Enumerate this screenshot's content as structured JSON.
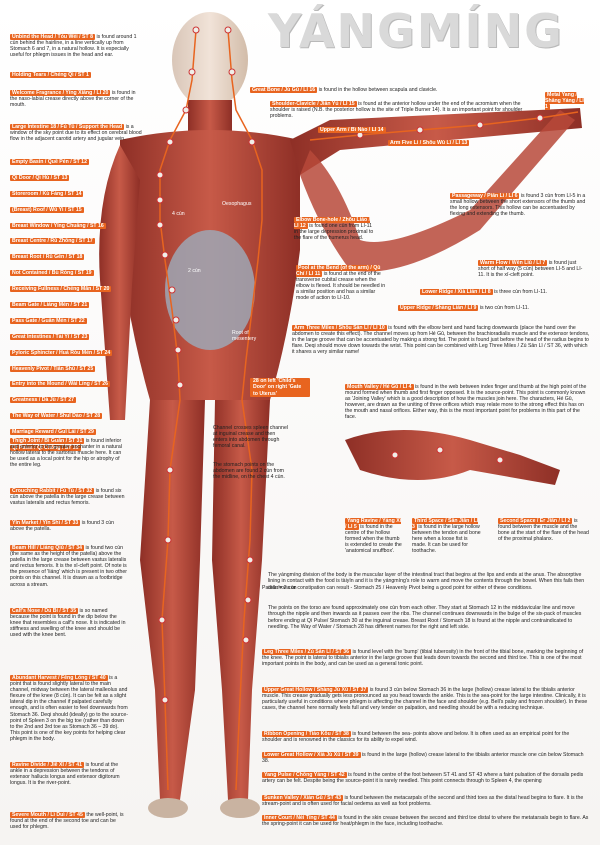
{
  "title": "YÁNGMÍNG",
  "left_points": [
    {
      "name": "Unbind the Head / Tóu Wéi / ST 8",
      "desc": "is found around 1 cùn behind the hairline, in a line vertically up from Stomach 6 and 7, in a natural hollow. It is especially useful for phlegm issues in the head and ear."
    },
    {
      "name": "Holding Tears / Chéng Qì / ST 1",
      "desc": ""
    },
    {
      "name": "Welcome Fragrance / Yíng Xiāng / LI 20",
      "desc": "is found in the naso-labial crease directly above the corner of the mouth."
    },
    {
      "name": "Large Intestine 18 / Fú Tū / Support the Head",
      "desc": "is a window of the sky point due to its effect on cerebral blood flow in the adjacent carotid artery and jugular vein."
    },
    {
      "name": "Empty Basin / Quē Pén / ST 12",
      "desc": ""
    },
    {
      "name": "Qì Door / Qì Hù / ST 13",
      "desc": ""
    },
    {
      "name": "Storeroom / Kù Fáng / ST 14",
      "desc": ""
    },
    {
      "name": "(Breast) Roof / Wū Yì / ST 15",
      "desc": ""
    },
    {
      "name": "Breast Window / Yīng Chuāng / ST 16",
      "desc": ""
    },
    {
      "name": "Breast Centre / Rǔ Zhōng / ST 17",
      "desc": ""
    },
    {
      "name": "Breast Root / Rǔ Gēn / ST 18",
      "desc": ""
    },
    {
      "name": "Not Contained / Bù Róng / ST 19",
      "desc": ""
    },
    {
      "name": "Receiving Fullness / Chéng Mǎn / ST 20",
      "desc": ""
    },
    {
      "name": "Beam Gate / Liáng Mén / ST 21",
      "desc": ""
    },
    {
      "name": "Pass Gate / Guān Mén / ST 22",
      "desc": ""
    },
    {
      "name": "Great Intestines / Tài Yǐ / ST 23",
      "desc": ""
    },
    {
      "name": "Pyloric Sphincter / Huá Ròu Mén / ST 24",
      "desc": ""
    },
    {
      "name": "Heavenly Pivot / Tiān Shū / ST 25",
      "desc": ""
    },
    {
      "name": "Entry into the Mound / Wài Líng / ST 26",
      "desc": ""
    },
    {
      "name": "Greatness / Dà Jù / ST 27",
      "desc": ""
    },
    {
      "name": "The Way of Water / Shuǐ Dào / ST 28",
      "desc": ""
    },
    {
      "name": "Marriage Reward / Guī Lái / ST 29",
      "desc": ""
    },
    {
      "name": "Qì Pulse / Qì Chōng / ST 30",
      "desc": ""
    }
  ],
  "left_leg_points": [
    {
      "name": "Thigh Joint / Bì Guān / ST 31",
      "desc": "is found inferior and anterior to the greater trochanter in a natural hollow lateral to the sartorius muscle here. It can be used as a local point for the hip or atrophy of the entire leg."
    },
    {
      "name": "Crouching Rabbit / Fú Tù / ST 32",
      "desc": "is found six cùn above the patella in the large crease between vastus lateralis and rectus femoris."
    },
    {
      "name": "Yīn Market / Yīn Shì / ST 33",
      "desc": "is found 3 cùn above the patella."
    },
    {
      "name": "Beam Hill / Liáng Qiū / ST 34",
      "desc": "is found two cùn (the same as the height of the patella) above the patella in the large crease between vastus lateralis and rectus femoris. It is the xī-cleft point. Of note is the presence of 'liáng' which is present in two other points on this channel. It is drawn as a footbridge across a stream."
    },
    {
      "name": "Calf's Nose / Dú Bí / ST 35",
      "desc": "is so named because the point is found in the dip below the knee that resembles a calf's nose. It is indicated in stiffness and swelling of the knee and should be used with the knee bent."
    },
    {
      "name": "Abundant Harvest / Fēng Lóng / ST 40",
      "desc": "is a point that is found slightly lateral to the main channel, midway between the lateral malleolus and flexure of the knee (8 cùn). It can be felt as a slight lateral dip in the channel if palpated carefully enough, and is often easier to feel downwards from Stomach 36. Deqi should (ideally) go to the source-point of Spleen 3 on the big toe (rather than down to the 2nd and 3rd toe as Stomach 36 – 39 do). This point is one of the key points for helping clear phlegm in the body."
    },
    {
      "name": "Ravine Divide / Jiě Xī / ST 41",
      "desc": "is found at the ankle in a depression between the tendons of extensor hallucis longus and extensor digitorum longus. It is the river-point."
    },
    {
      "name": "Severe Mouth / Lì Duì / ST 45",
      "desc": "the well-point, is found at the end of the second toe and can be used for phlegm."
    }
  ],
  "arm_points": [
    {
      "name": "Great Bone / Jù Gǔ / LI 16",
      "desc": "is found in the hollow between scapula and clavicle."
    },
    {
      "name": "Shoulder-Clavicle / Jiān Yú / LI 15",
      "desc": "is found at the anterior hollow under the end of the acromium when the shoulder is raised (N.B. the posterior hollow is the site of Triple Burner 14). It is an important point for shoulder problems."
    },
    {
      "name": "Upper Arm / Bì Nào / LI 14",
      "desc": ""
    },
    {
      "name": "Arm Five Li / Shǒu Wǔ Lǐ / LI 13",
      "desc": ""
    },
    {
      "name": "Metal Yang / Shāng Yáng / LI 1",
      "desc": ""
    },
    {
      "name": "Elbow Bone-hole / Zhǒu Liáo / LI 12",
      "desc": "is found one cùn from LI-11 in the large depression proximal to the flare of the humerus head."
    },
    {
      "name": "Pool at the Bend (of the arm) / Qū Chí / LI 11",
      "desc": "is found at the end of the transverse cubital crease when the elbow is flexed. It should be needled in a similar position and has a similar mode of action to LI-10."
    },
    {
      "name": "Passageway / Piān Lì / LI 6",
      "desc": "is found 3 cùn from LI-5 in a small hollow between the short extensors of the thumb and the long extensors. This hollow can be accentuated by flexing and extending the thumb."
    },
    {
      "name": "Warm Flow / Wēn Liū / LI 7",
      "desc": "is found just short of half way (5 cùn) between LI-5 and LI-11. It is the xī-cleft point."
    },
    {
      "name": "Lower Ridge / Xià Lián / LI 8",
      "desc": "is three cùn from LI-11."
    },
    {
      "name": "Upper Ridge / Shàng Lián / LI 9",
      "desc": "is two cùn from LI-11."
    },
    {
      "name": "Arm Three Miles / Shǒu Sān Lǐ / LI 10",
      "desc": "is found with the elbow bent and hand facing downwards (place the hand over the abdomen to create this effect). The channel moves up from Hé Gǔ, between the brachioradialis muscle and the extensor tendons, in the large groove that can be accentuated by making a strong fist. The point is found just before the head of the radius begins to flare. Deqi should move down towards the wrist. This point can be combined with Leg Three Miles / Zú Sān Lǐ / ST 36, with which it shares a very similar name!"
    },
    {
      "name": "Mouth Valley / Hé Gǔ / LI 4",
      "desc": "is found in the web between index finger and thumb at the high point of the mound formed when thumb and first finger opposed. It is the source-point. This point is commonly known as 'Joining Valley' which is a good description of how the muscles join here. The characters, Hé Gǔ, however, are drawn as the uniting of three orifices which may relate more to the strong effect this has on the mouth and nasal orifices. Either way, this is the most important point for problems in this part of the face."
    }
  ],
  "hand_points": [
    {
      "name": "Yang Ravine / Yáng Xī / LI 5",
      "desc": "is found in the centre of the hollow formed when the thumb is extended to create the 'anatomical snuffbox'."
    },
    {
      "name": "Third Space / Sān Jiān / LI 3",
      "desc": "is found in the large hollow between the tendon and bone here when a loose fist is made. It can be used for toothache."
    },
    {
      "name": "Second Space / Èr Jiān / LI 2",
      "desc": "is found between the muscle and the bone at the start of the flare of the head of the proximal phalanx."
    }
  ],
  "right_leg_points": [
    {
      "name": "Leg Three Miles / Zú Sān Lǐ / ST 36",
      "desc": "is found level with the 'bump' (tibial tuberosity) in the front of the tibial bone, marking the beginning of the knee. The point is lateral to tibialis anterior in the large groove that leads down towards the second and third toe. This is one of the most important points in the body, and can be used as a general tonic point."
    },
    {
      "name": "Upper Great Hollow / Shàng Jù Xū / ST 37",
      "desc": "is found 3 cùn below Stomach 36 in the large (hollow) crease lateral to the tibialis anterior muscle. This crease gradually gets less pronounced as you head towards the ankle. This is the sea-point for the large intestine. Clinically, it is particularly useful in conditions where phlegm is affecting the channel in the face and shoulder (e.g. Bell's palsy and frozen shoulder). In these cases, the channel here normally feels full and very tender on palpation, and needling should be with a reducing technique."
    },
    {
      "name": "Ribbon Opening / Tiáo Kǒu / ST 38",
      "desc": "is found between the sea- points above and below. It is often used as an empirical point for the shoulder and is renowned in the classics for its ability to expel wind."
    },
    {
      "name": "Lower Great Hollow / Xià Jù Xū / ST 39",
      "desc": "is found in the large (hollow) crease lateral to the tibialis anterior muscle one cùn below Stomach 38."
    },
    {
      "name": "Yang Pulse / Chōng Yáng / ST 42",
      "desc": "is found in the centre of the foot between ST 41 and ST 43 where a faint pulsation of the dorsalis pedis artery can be felt. Despite being the source-point it is rarely needled. This point connects through to Spleen 4, the opening"
    },
    {
      "name": "Sunken Valley / Xiàn Gǔ / ST 43",
      "desc": "is found between the metacarpals of the second and third toes as the distal head begins to flare. It is the stream-point and is often used for facial oedema as well as foot problems."
    },
    {
      "name": "Inner Court / Nèi Tíng / ST 44",
      "desc": "is found in the skin crease between the second and third toe distal to where the metatarsals begin to flare. As the spring-point it can be used for heat/phlegm in the face, including toothache."
    }
  ],
  "notes": {
    "spleen_vessel": "Channel crosses spleen channel at inguinal crease and then enters into abdomen through femoral canal.",
    "stomach_points": "The stomach points on the abdomen are found 2 cùn from the midline, on the chest 4 cùn.",
    "gate_to_uterus": "28 on left 'Child's Door' on right 'Gate to Uterus'",
    "root_of_mesentery": "Root of mesentery",
    "oesophagus": "Oesophagus",
    "four_cun": "4 cùn",
    "two_cun": "2 cùn",
    "patella": "Patella = 2 cùn"
  },
  "paragraphs": [
    "The yángmíng division of the body is the muscular layer of the intestinal tract that begins at the lips and ends at the anus. The absorptive lining in contact with the food is tàiyīn and it is the yángmíng's role to warm and move the contents through the bowel. When this fails then diarrhoea or constipation can result - Stomach 25 / Heavenly Pivot being a good point for either of these conditions.",
    "The points on the torso are found approximately one cùn from each other. They start at Stomach 12 in the middavicular line and move through the nipple and then inwards as it passes over the ribs. The channel continues downwards in the bulge of the six-pack of muscles before ending at Qì Pulse/ Stomach 30 at the inguinal crease. Breast Root / Stomach 18 is found at the nipple and contraindicated to needling. The Way of Water / Stomach 28 has different names for the right and left side."
  ],
  "colors": {
    "accent": "#e8641f",
    "title": "#d9d9d9",
    "muscle": "#b5473a",
    "bone": "#e9e1d2"
  }
}
